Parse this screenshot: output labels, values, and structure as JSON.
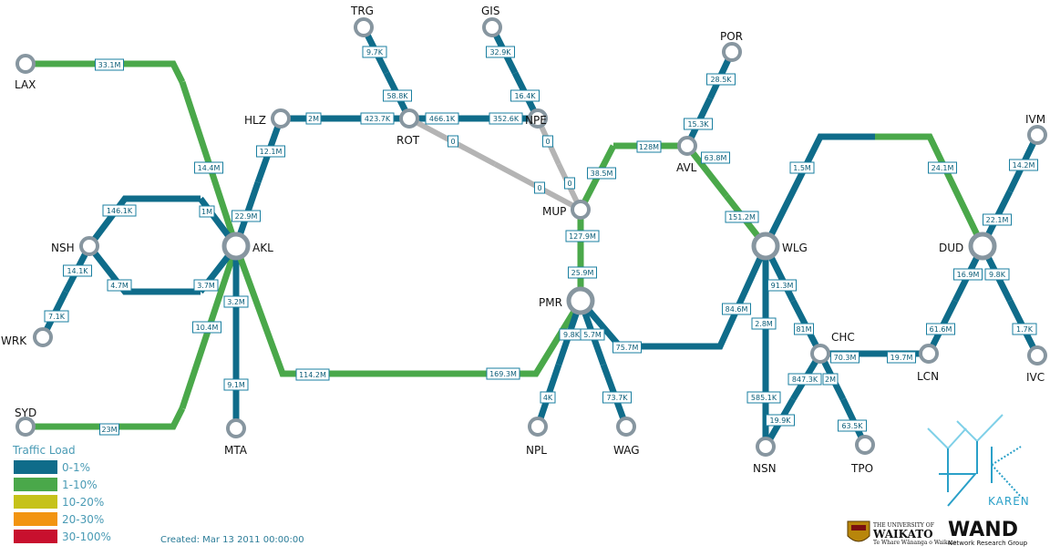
{
  "colors": {
    "load_0_1": "#0f6c8a",
    "load_1_10": "#4aa84a",
    "load_10_20": "#c6c21a",
    "load_20_30": "#f29410",
    "load_30_100": "#c8102e",
    "zero": "#b4b4b4",
    "node_ring": "#8796a0"
  },
  "nodes": [
    {
      "id": "LAX",
      "label": "LAX"
    },
    {
      "id": "SYD",
      "label": "SYD"
    },
    {
      "id": "NSH",
      "label": "NSH"
    },
    {
      "id": "WRK",
      "label": "WRK"
    },
    {
      "id": "AKL",
      "label": "AKL"
    },
    {
      "id": "MTA",
      "label": "MTA"
    },
    {
      "id": "HLZ",
      "label": "HLZ"
    },
    {
      "id": "ROT",
      "label": "ROT"
    },
    {
      "id": "TRG",
      "label": "TRG"
    },
    {
      "id": "GIS",
      "label": "GIS"
    },
    {
      "id": "NPE",
      "label": "NPE"
    },
    {
      "id": "MUP",
      "label": "MUP"
    },
    {
      "id": "PMR",
      "label": "PMR"
    },
    {
      "id": "NPL",
      "label": "NPL"
    },
    {
      "id": "WAG",
      "label": "WAG"
    },
    {
      "id": "AVL",
      "label": "AVL"
    },
    {
      "id": "POR",
      "label": "POR"
    },
    {
      "id": "WLG",
      "label": "WLG"
    },
    {
      "id": "CHC",
      "label": "CHC"
    },
    {
      "id": "NSN",
      "label": "NSN"
    },
    {
      "id": "TPO",
      "label": "TPO"
    },
    {
      "id": "LCN",
      "label": "LCN"
    },
    {
      "id": "DUD",
      "label": "DUD"
    },
    {
      "id": "IVM",
      "label": "IVM"
    },
    {
      "id": "IVC",
      "label": "IVC"
    }
  ],
  "links": [
    {
      "label": "33.1M",
      "load": "load_1_10"
    },
    {
      "label": "14.4M",
      "load": "load_1_10"
    },
    {
      "label": "23M",
      "load": "load_1_10"
    },
    {
      "label": "10.4M",
      "load": "load_1_10"
    },
    {
      "label": "146.1K",
      "load": "load_0_1"
    },
    {
      "label": "1M",
      "load": "load_0_1"
    },
    {
      "label": "4.7M",
      "load": "load_0_1"
    },
    {
      "label": "3.7M",
      "load": "load_0_1"
    },
    {
      "label": "14.1K",
      "load": "load_0_1"
    },
    {
      "label": "7.1K",
      "load": "load_0_1"
    },
    {
      "label": "3.2M",
      "load": "load_0_1"
    },
    {
      "label": "9.1M",
      "load": "load_0_1"
    },
    {
      "label": "12.1M",
      "load": "load_0_1"
    },
    {
      "label": "22.9M",
      "load": "load_0_1"
    },
    {
      "label": "2M",
      "load": "load_0_1"
    },
    {
      "label": "423.7K",
      "load": "load_0_1"
    },
    {
      "label": "466.1K",
      "load": "load_0_1"
    },
    {
      "label": "352.6K",
      "load": "load_0_1"
    },
    {
      "label": "9.7K",
      "load": "load_0_1"
    },
    {
      "label": "58.8K",
      "load": "load_0_1"
    },
    {
      "label": "32.9K",
      "load": "load_0_1"
    },
    {
      "label": "16.4K",
      "load": "load_0_1"
    },
    {
      "label": "0",
      "load": "zero"
    },
    {
      "label": "0",
      "load": "zero"
    },
    {
      "label": "0",
      "load": "zero"
    },
    {
      "label": "0",
      "load": "zero"
    },
    {
      "label": "114.2M",
      "load": "load_1_10"
    },
    {
      "label": "169.3M",
      "load": "load_1_10"
    },
    {
      "label": "38.5M",
      "load": "load_1_10"
    },
    {
      "label": "128M",
      "load": "load_1_10"
    },
    {
      "label": "127.9M",
      "load": "load_1_10"
    },
    {
      "label": "25.9M",
      "load": "load_1_10"
    },
    {
      "label": "9.8K",
      "load": "load_0_1"
    },
    {
      "label": "4K",
      "load": "load_0_1"
    },
    {
      "label": "5.7M",
      "load": "load_0_1"
    },
    {
      "label": "73.7K",
      "load": "load_0_1"
    },
    {
      "label": "75.7M",
      "load": "load_0_1"
    },
    {
      "label": "84.6M",
      "load": "load_0_1"
    },
    {
      "label": "28.5K",
      "load": "load_0_1"
    },
    {
      "label": "15.3K",
      "load": "load_0_1"
    },
    {
      "label": "63.8M",
      "load": "load_1_10"
    },
    {
      "label": "151.2M",
      "load": "load_1_10"
    },
    {
      "label": "2.8M",
      "load": "load_0_1"
    },
    {
      "label": "585.1K",
      "load": "load_0_1"
    },
    {
      "label": "91.3M",
      "load": "load_0_1"
    },
    {
      "label": "81M",
      "load": "load_0_1"
    },
    {
      "label": "847.3K",
      "load": "load_0_1"
    },
    {
      "label": "19.9K",
      "load": "load_0_1"
    },
    {
      "label": "2M",
      "load": "load_0_1"
    },
    {
      "label": "63.5K",
      "load": "load_0_1"
    },
    {
      "label": "70.3M",
      "load": "load_0_1"
    },
    {
      "label": "19.7M",
      "load": "load_0_1"
    },
    {
      "label": "1.5M",
      "load": "load_0_1"
    },
    {
      "label": "24.1M",
      "load": "load_1_10"
    },
    {
      "label": "61.6M",
      "load": "load_0_1"
    },
    {
      "label": "16.9M",
      "load": "load_0_1"
    },
    {
      "label": "9.8K",
      "load": "load_0_1"
    },
    {
      "label": "1.7K",
      "load": "load_0_1"
    },
    {
      "label": "22.1M",
      "load": "load_0_1"
    },
    {
      "label": "14.2M",
      "load": "load_0_1"
    }
  ],
  "legend": {
    "title": "Traffic Load",
    "items": [
      {
        "label": "0-1%",
        "color_key": "load_0_1"
      },
      {
        "label": "1-10%",
        "color_key": "load_1_10"
      },
      {
        "label": "10-20%",
        "color_key": "load_10_20"
      },
      {
        "label": "20-30%",
        "color_key": "load_20_30"
      },
      {
        "label": "30-100%",
        "color_key": "load_30_100"
      }
    ]
  },
  "footer": {
    "created": "Created: Mar 13 2011 00:00:00"
  },
  "logos": {
    "waikato_small": "THE UNIVERSITY OF",
    "waikato_big": "WAIKATO",
    "waikato_motto": "Te Whare Wānanga o Waikato",
    "wand_name": "WAND",
    "wand_sub": "Network Research Group",
    "karen": "KAREN"
  }
}
